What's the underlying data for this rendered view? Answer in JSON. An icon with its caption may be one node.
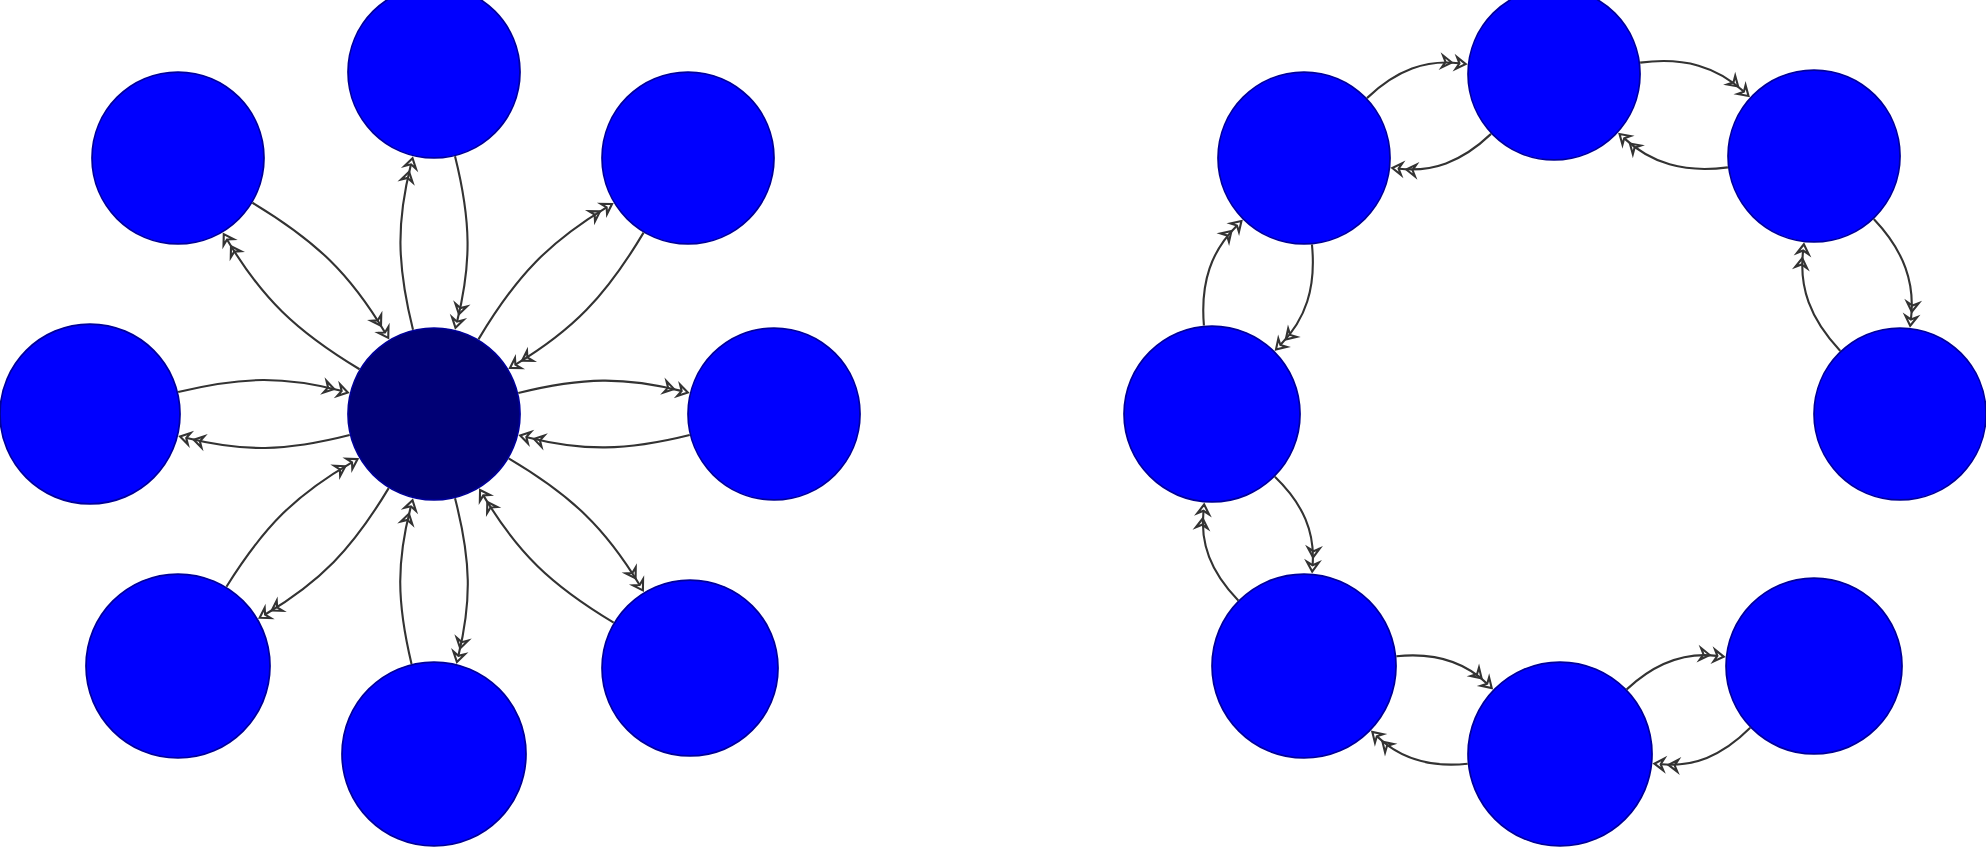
{
  "diagram": {
    "nodes": [
      {
        "text": [],
        "shape": "circle"
      },
      {
        "text": [],
        "shape": "circle"
      },
      {
        "text": [],
        "shape": "circle"
      },
      {
        "text": [],
        "shape": "circle"
      },
      {
        "text": [],
        "shape": "circle"
      },
      {
        "text": [],
        "shape": "circle"
      },
      {
        "text": [],
        "shape": "circle"
      },
      {
        "text": [],
        "shape": "circle"
      },
      {
        "text": [],
        "shape": "circle"
      },
      {
        "text": [],
        "shape": "circle"
      },
      {
        "text": [],
        "shape": "circle"
      },
      {
        "text": [],
        "shape": "circle"
      },
      {
        "text": [],
        "shape": "circle"
      },
      {
        "text": [],
        "shape": "circle"
      },
      {
        "text": [],
        "shape": "circle"
      },
      {
        "text": [],
        "shape": "circle"
      },
      {
        "text": [],
        "shape": "circle"
      }
    ],
    "edges": [
      {
        "from": 4,
        "to": 0,
        "arrow": "to"
      },
      {
        "from": 0,
        "to": 4,
        "arrow": "to"
      },
      {
        "from": 4,
        "to": 1,
        "arrow": "to"
      },
      {
        "from": 1,
        "to": 4,
        "arrow": "to"
      },
      {
        "from": 4,
        "to": 2,
        "arrow": "to"
      },
      {
        "from": 2,
        "to": 4,
        "arrow": "to"
      },
      {
        "from": 4,
        "to": 3,
        "arrow": "to"
      },
      {
        "from": 3,
        "to": 4,
        "arrow": "to"
      },
      {
        "from": 4,
        "to": 5,
        "arrow": "to"
      },
      {
        "from": 5,
        "to": 4,
        "arrow": "to"
      },
      {
        "from": 4,
        "to": 6,
        "arrow": "to"
      },
      {
        "from": 6,
        "to": 4,
        "arrow": "to"
      },
      {
        "from": 4,
        "to": 7,
        "arrow": "to"
      },
      {
        "from": 7,
        "to": 4,
        "arrow": "to"
      },
      {
        "from": 4,
        "to": 8,
        "arrow": "to"
      },
      {
        "from": 8,
        "to": 4,
        "arrow": "to"
      },
      {
        "from": 10,
        "to": 12,
        "arrow": "to"
      },
      {
        "from": 12,
        "to": 10,
        "arrow": "to"
      },
      {
        "from": 12,
        "to": 14,
        "arrow": "to"
      },
      {
        "from": 14,
        "to": 12,
        "arrow": "to"
      },
      {
        "from": 14,
        "to": 16,
        "arrow": "to"
      },
      {
        "from": 16,
        "to": 14,
        "arrow": "to"
      },
      {
        "from": 9,
        "to": 10,
        "arrow": "to"
      },
      {
        "from": 10,
        "to": 9,
        "arrow": "to"
      },
      {
        "from": 11,
        "to": 9,
        "arrow": "to"
      },
      {
        "from": 9,
        "to": 11,
        "arrow": "to"
      },
      {
        "from": 11,
        "to": 13,
        "arrow": "to"
      },
      {
        "from": 13,
        "to": 11,
        "arrow": "to"
      },
      {
        "from": 13,
        "to": 15,
        "arrow": "to"
      },
      {
        "from": 15,
        "to": 13,
        "arrow": "to"
      }
    ]
  }
}
